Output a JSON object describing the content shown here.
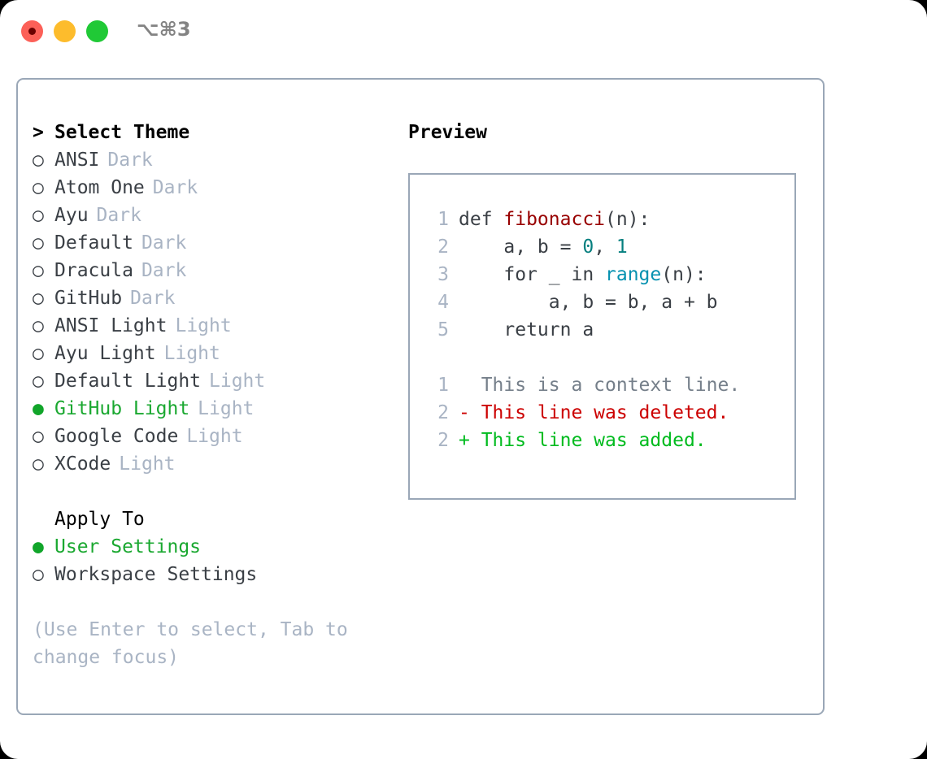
{
  "titlebar": {
    "shortcut": "⌥⌘3",
    "lights": [
      "close",
      "minimize",
      "maximize"
    ]
  },
  "theme_list": {
    "header_marker": ">",
    "header": "Select Theme",
    "items": [
      {
        "marker": "○",
        "label": "ANSI",
        "badge": "Dark",
        "selected": false
      },
      {
        "marker": "○",
        "label": "Atom One",
        "badge": "Dark",
        "selected": false
      },
      {
        "marker": "○",
        "label": "Ayu",
        "badge": "Dark",
        "selected": false
      },
      {
        "marker": "○",
        "label": "Default",
        "badge": "Dark",
        "selected": false
      },
      {
        "marker": "○",
        "label": "Dracula",
        "badge": "Dark",
        "selected": false
      },
      {
        "marker": "○",
        "label": "GitHub",
        "badge": "Dark",
        "selected": false
      },
      {
        "marker": "○",
        "label": "ANSI Light",
        "badge": "Light",
        "selected": false
      },
      {
        "marker": "○",
        "label": "Ayu Light",
        "badge": "Light",
        "selected": false
      },
      {
        "marker": "○",
        "label": "Default Light",
        "badge": "Light",
        "selected": false
      },
      {
        "marker": "●",
        "label": "GitHub Light",
        "badge": "Light",
        "selected": true
      },
      {
        "marker": "○",
        "label": "Google Code",
        "badge": "Light",
        "selected": false
      },
      {
        "marker": "○",
        "label": "XCode",
        "badge": "Light",
        "selected": false
      }
    ]
  },
  "apply_to": {
    "header": "Apply To",
    "items": [
      {
        "marker": "●",
        "label": "User Settings",
        "selected": true
      },
      {
        "marker": "○",
        "label": "Workspace Settings",
        "selected": false
      }
    ]
  },
  "hint": "(Use Enter to select, Tab to change focus)",
  "preview": {
    "title": "Preview",
    "code_lines": [
      {
        "no": "1",
        "tokens": [
          {
            "t": "def ",
            "c": "tok-def"
          },
          {
            "t": "fibonacci",
            "c": "tok-fn"
          },
          {
            "t": "(n):",
            "c": "tok-punc"
          }
        ]
      },
      {
        "no": "2",
        "tokens": [
          {
            "t": "    a, b = ",
            "c": "tok-kw"
          },
          {
            "t": "0",
            "c": "tok-num"
          },
          {
            "t": ", ",
            "c": "tok-punc"
          },
          {
            "t": "1",
            "c": "tok-num"
          }
        ]
      },
      {
        "no": "3",
        "tokens": [
          {
            "t": "    for _ in ",
            "c": "tok-kw"
          },
          {
            "t": "range",
            "c": "tok-builtin"
          },
          {
            "t": "(n):",
            "c": "tok-punc"
          }
        ]
      },
      {
        "no": "4",
        "tokens": [
          {
            "t": "        a, b = b, a + b",
            "c": "tok-kw"
          }
        ]
      },
      {
        "no": "5",
        "tokens": [
          {
            "t": "    return a",
            "c": "tok-kw"
          }
        ]
      }
    ],
    "diff_lines": [
      {
        "no": "1",
        "sign": " ",
        "text": "  This is a context line.",
        "cls": "diff-ctx"
      },
      {
        "no": "2",
        "sign": " ",
        "text": "- This line was deleted.",
        "cls": "diff-del"
      },
      {
        "no": "2",
        "sign": " ",
        "text": "+ This line was added.",
        "cls": "diff-add"
      }
    ]
  },
  "colors": {
    "accent_green": "#11a52a",
    "muted_blue_gray": "#a9b4c4",
    "border": "#9aa7b7",
    "diff_delete": "#cc0000",
    "diff_add": "#00bb1e",
    "token_function": "#980000",
    "token_number": "#057f7f",
    "token_builtin": "#0591b0"
  }
}
